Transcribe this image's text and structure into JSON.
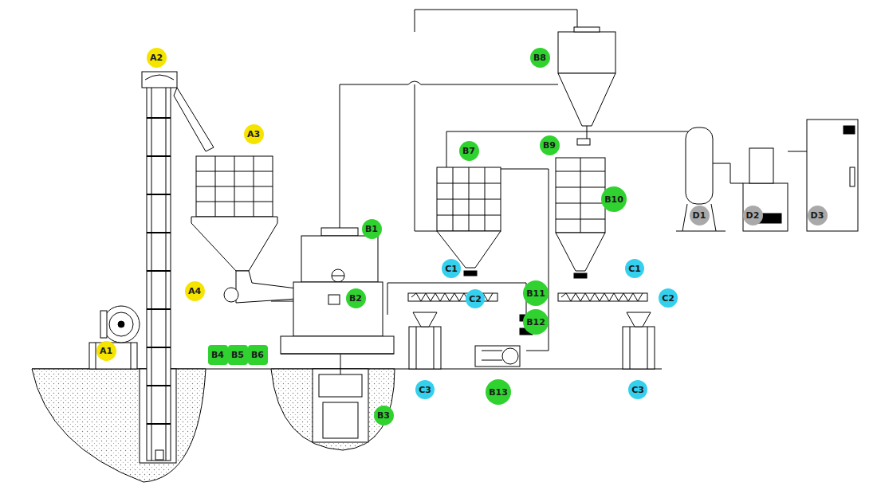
{
  "diagram": {
    "nodes": [
      {
        "text": [
          "A1"
        ]
      },
      {
        "text": [
          "A2"
        ]
      },
      {
        "text": [
          "A3"
        ]
      },
      {
        "text": [
          "A4"
        ]
      },
      {
        "text": [
          "B1"
        ]
      },
      {
        "text": [
          "B2"
        ]
      },
      {
        "text": [
          "B3"
        ]
      },
      {
        "text": [
          "B4"
        ]
      },
      {
        "text": [
          "B5"
        ]
      },
      {
        "text": [
          "B6"
        ]
      },
      {
        "text": [
          "B7"
        ]
      },
      {
        "text": [
          "B8"
        ]
      },
      {
        "text": [
          "B9"
        ]
      },
      {
        "text": [
          "B10"
        ]
      },
      {
        "text": [
          "B11"
        ]
      },
      {
        "text": [
          "B12"
        ]
      },
      {
        "text": [
          "B13"
        ]
      },
      {
        "text": [
          "C1"
        ]
      },
      {
        "text": [
          "C2"
        ]
      },
      {
        "text": [
          "C3"
        ]
      },
      {
        "text": [
          "C1"
        ]
      },
      {
        "text": [
          "C2"
        ]
      },
      {
        "text": [
          "C3"
        ]
      },
      {
        "text": [
          "D1"
        ]
      },
      {
        "text": [
          "D2"
        ]
      },
      {
        "text": [
          "D3"
        ]
      }
    ]
  }
}
